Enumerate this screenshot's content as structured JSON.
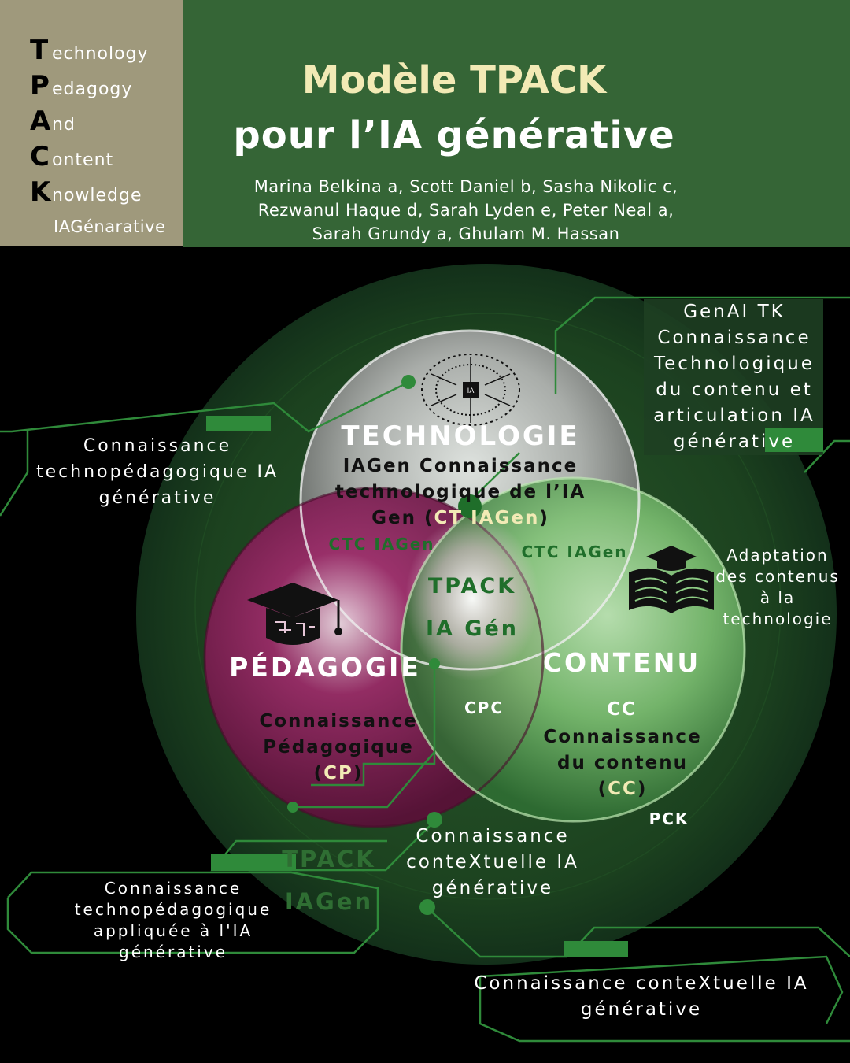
{
  "acronym": {
    "rows": [
      {
        "letter": "T",
        "rest": "echnology"
      },
      {
        "letter": "P",
        "rest": "edagogy"
      },
      {
        "letter": "A",
        "rest": "nd"
      },
      {
        "letter": "C",
        "rest": "ontent"
      },
      {
        "letter": "K",
        "rest": "nowledge"
      }
    ],
    "footer": "IAGénarative"
  },
  "header": {
    "title_line1": "Modèle TPACK",
    "title_line2": "pour l’IA générative",
    "authors": "Marina Belkina a, Scott Daniel b, Sasha Nikolic c, Rezwanul Haque d, Sarah Lyden e, Peter Neal a, Sarah Grundy a, Ghulam M. Hassan"
  },
  "icons": {
    "brain_chip": "brain-chip-icon",
    "brain_chip_label": "IA",
    "graduation_cap": "graduation-cap-circuit-icon",
    "open_book": "open-book-cap-icon"
  },
  "circles": {
    "technologie": {
      "title": "TECHNOLOGIE",
      "desc_part1": "IAGen Connaissance technologique de l’IA Gen (",
      "abbr": "CT IAGen",
      "desc_part2": ")"
    },
    "pedagogie": {
      "title": "PÉDAGOGIE",
      "desc_part1": "Connaissance Pédagogique (",
      "abbr": "CP",
      "desc_part2": ")"
    },
    "contenu": {
      "title": "CONTENU",
      "desc_line1": "CC",
      "desc_part1": "Connaissance du contenu (",
      "abbr": "CC",
      "desc_part2": ")"
    }
  },
  "intersections": {
    "ctc_left": "CTC IAGen",
    "ctc_right": "CTC IAGen",
    "center_line1": "TPACK",
    "center_line2": "IA Gén",
    "cpc": "CPC",
    "pck": "PCK",
    "tpack_outer_line1": "TPACK",
    "tpack_outer_line2": "IAGen"
  },
  "callouts": {
    "genai_tk": "GenAI TK Connaissance Technologique du contenu et articulation IA générative",
    "technopedagogique": "Connaissance technopédagogique IA générative",
    "adaptation": "Adaptation des contenus à la technologie",
    "contextuelle_center": "Connaissance conteXtuelle IA générative",
    "technopedagogique_appliquee": "Connaissance technopédagogique appliquée à l'IA générative",
    "contextuelle_bottom": "Connaissance conteXtuelle IA générative"
  },
  "colors": {
    "accent_green": "#356536",
    "acronym_panel": "#9f997c",
    "title_cream": "#f2eab5",
    "pedagogie": "#7b1650",
    "contenu": "#8fcf86",
    "technologie": "#c9c9c9",
    "outer_circle": "#1a3d1c",
    "line_green": "#2f8a3a"
  }
}
